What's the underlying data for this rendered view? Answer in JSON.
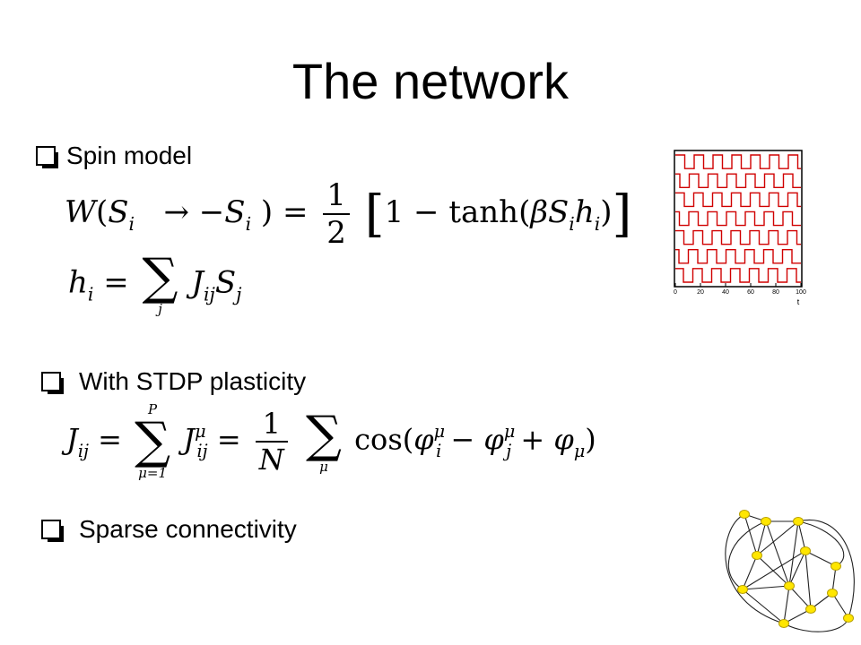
{
  "slide": {
    "title": "The network",
    "bullets": {
      "spin_model": "Spin model",
      "stdp": "With STDP plasticity",
      "sparse": "Sparse connectivity"
    },
    "equations": {
      "w_flip": "W(S_i → −S_i) = 1/2 [1 − tanh(βS_i h_i)]",
      "h_field": "h_i = Σ_j J_ij S_j",
      "j_stdp": "J_ij = Σ_{μ=1}^{P} J_ij^μ = 1/N Σ_μ cos(φ_i^μ − φ_j^μ + φ_μ)"
    },
    "raster_plot": {
      "x_ticks": [
        "0",
        "20",
        "40",
        "60",
        "80",
        "100"
      ],
      "x_label": "t",
      "trace_color": "#d00000"
    },
    "graph": {
      "node_color": "#ffe600",
      "node_stroke": "#b8a000"
    }
  }
}
